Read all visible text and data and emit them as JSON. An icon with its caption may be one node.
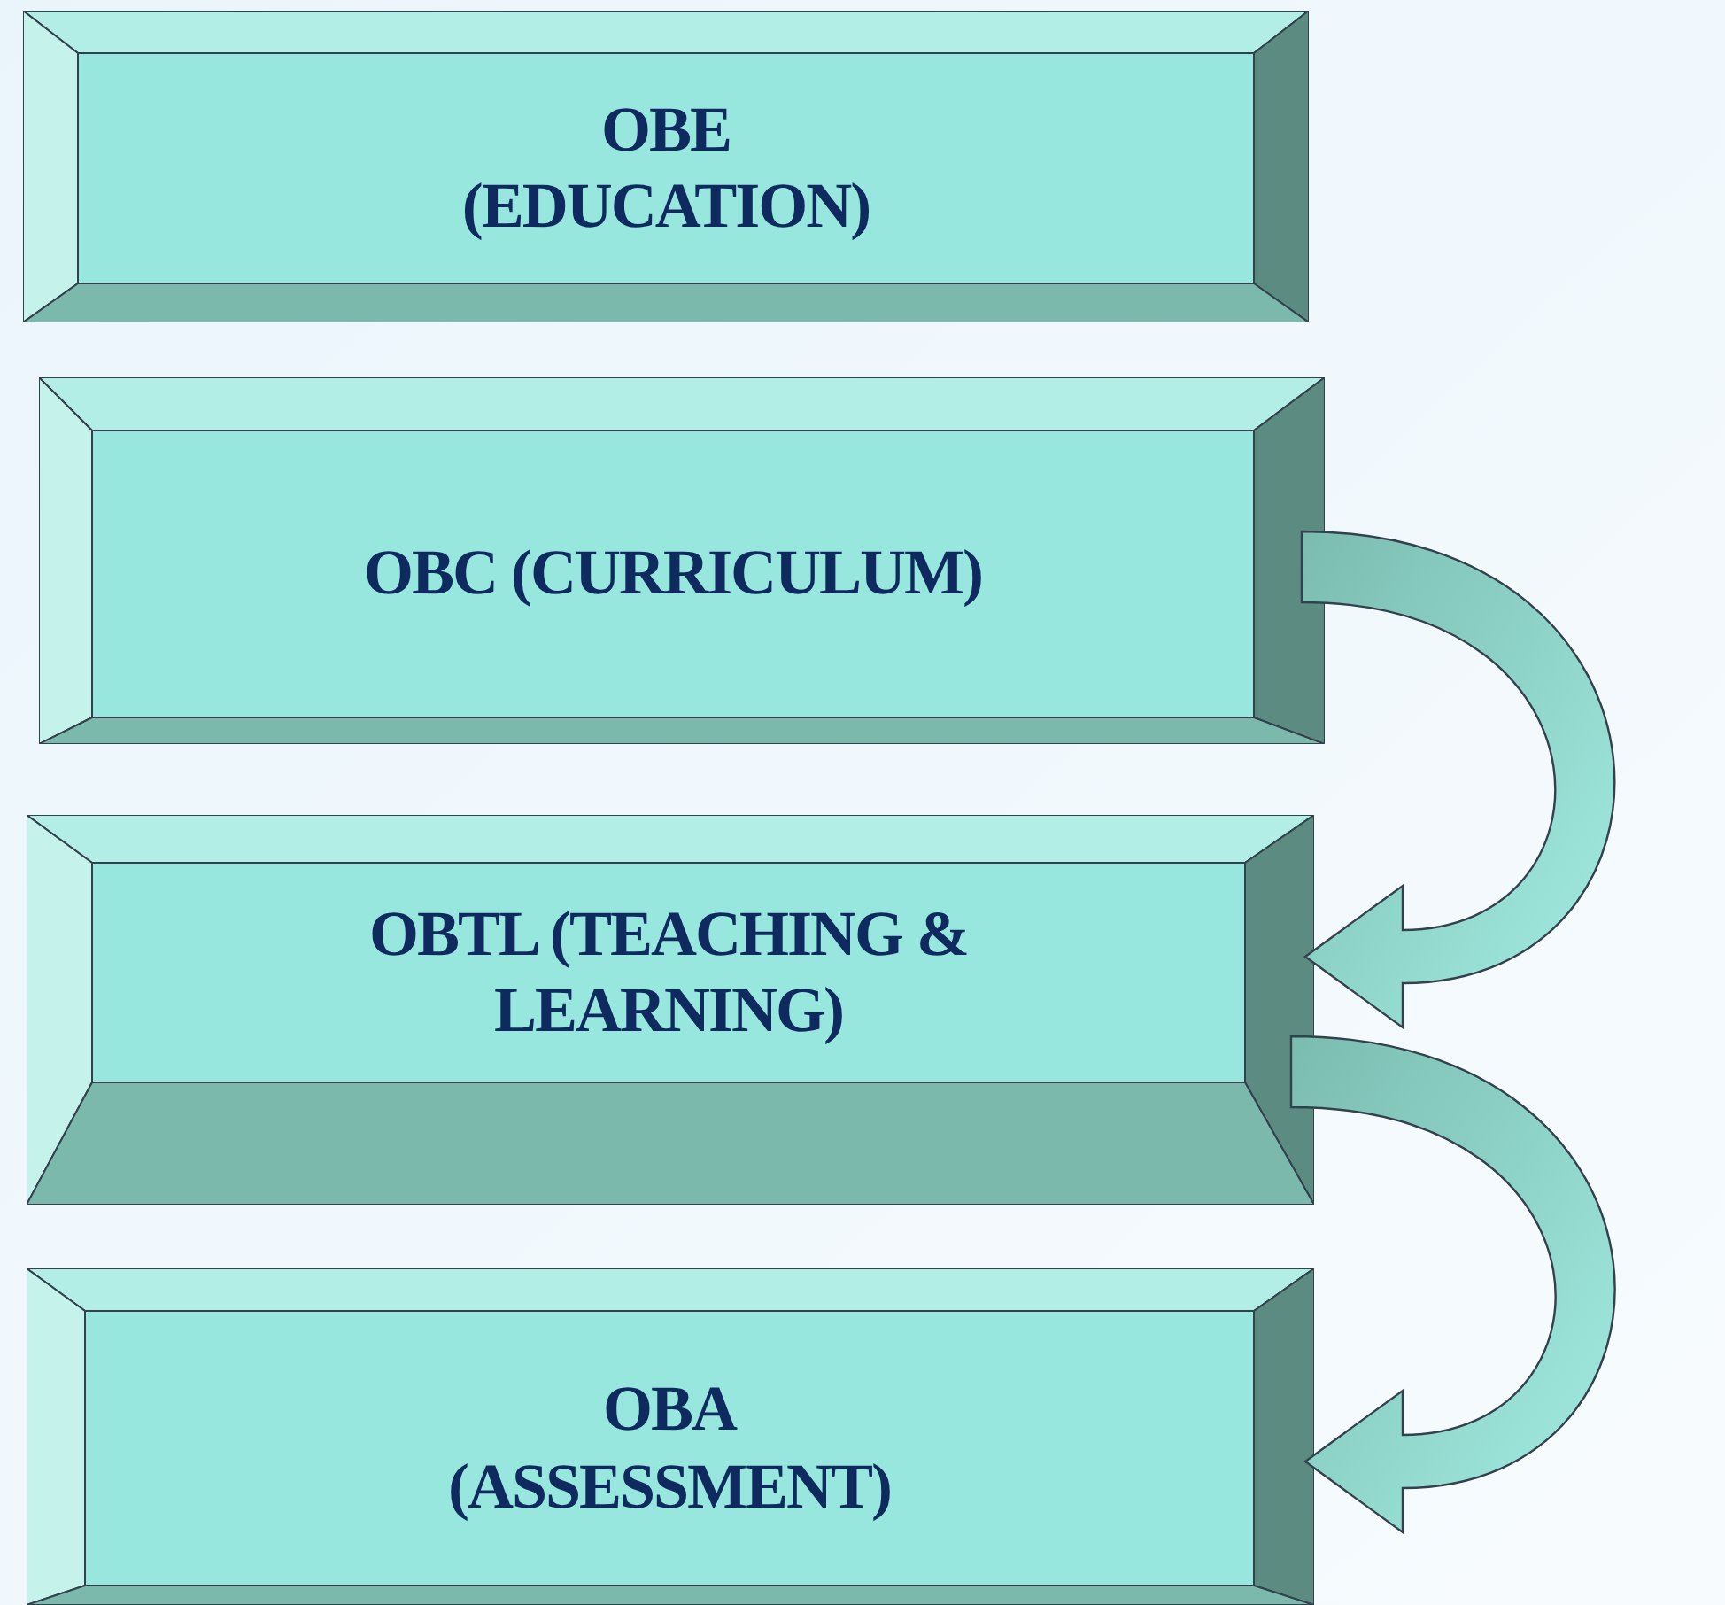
{
  "diagram": {
    "nodes": [
      {
        "text": [
          "OBE",
          "(EDUCATION)"
        ]
      },
      {
        "text": [
          "OBC (CURRICULUM)"
        ]
      },
      {
        "text": [
          "OBTL (TEACHING & LEARNING)"
        ]
      },
      {
        "text": [
          "OBA",
          "(ASSESSMENT)"
        ]
      }
    ],
    "edges": [
      {
        "from": 1,
        "to": 2,
        "arrow": "to"
      },
      {
        "from": 2,
        "to": 3,
        "arrow": "to"
      }
    ]
  }
}
